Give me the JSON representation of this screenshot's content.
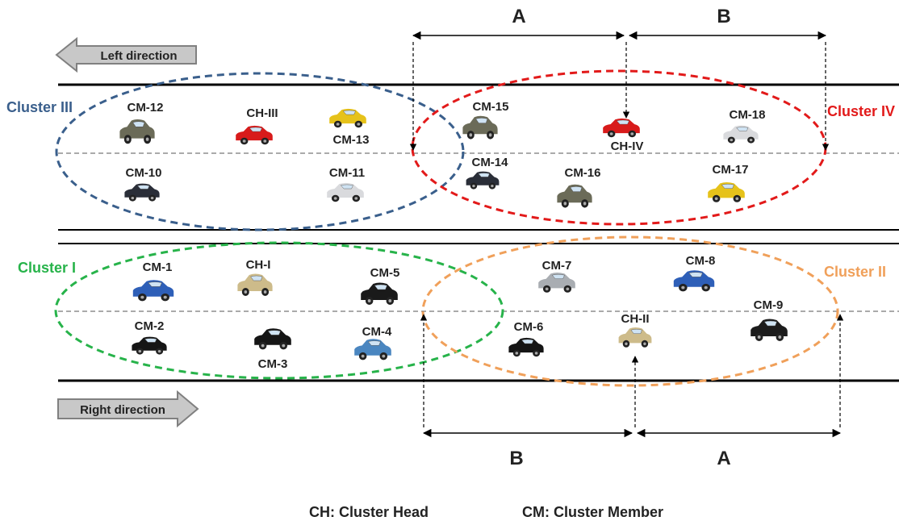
{
  "directions": {
    "left": "Left direction",
    "right": "Right direction"
  },
  "colors": {
    "cluster_i": "#27b34a",
    "cluster_ii": "#f0a05a",
    "cluster_iii": "#3a5f8c",
    "cluster_iv": "#e21a1a",
    "road_line": "#000000",
    "arrow_fill": "#c8c8c8"
  },
  "clusters": {
    "i": "Cluster I",
    "ii": "Cluster II",
    "iii": "Cluster III",
    "iv": "Cluster IV"
  },
  "dimension_labels": {
    "top_left": "A",
    "top_right": "B",
    "bottom_left": "B",
    "bottom_right": "A"
  },
  "vehicles": {
    "cm1": "CM-1",
    "ch1": "CH-I",
    "cm5": "CM-5",
    "cm2": "CM-2",
    "cm3": "CM-3",
    "cm4": "CM-4",
    "cm7": "CM-7",
    "cm8": "CM-8",
    "cm9": "CM-9",
    "cm6": "CM-6",
    "ch2": "CH-II",
    "cm12": "CM-12",
    "ch3": "CH-III",
    "cm13": "CM-13",
    "cm10": "CM-10",
    "cm11": "CM-11",
    "cm15": "CM-15",
    "ch4": "CH-IV",
    "cm18": "CM-18",
    "cm14": "CM-14",
    "cm16": "CM-16",
    "cm17": "CM-17"
  },
  "legend": {
    "ch": "CH: Cluster Head",
    "cm": "CM: Cluster Member"
  }
}
